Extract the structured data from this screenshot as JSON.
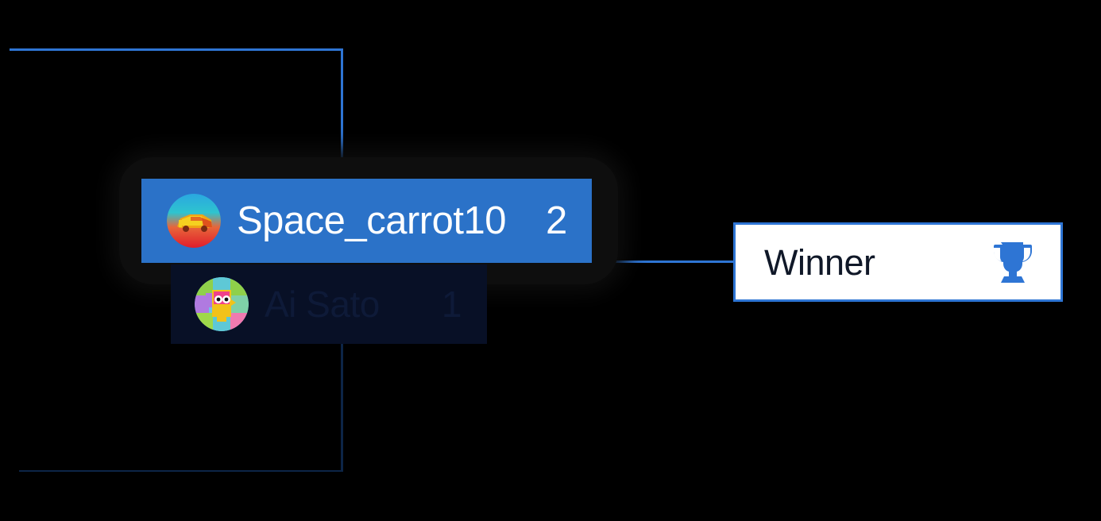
{
  "colors": {
    "background": "#000000",
    "accent_blue": "#2E75D4",
    "row_highlight": "#2B72C8",
    "row_dim": "#081026",
    "callout_background": "#FFFFFF",
    "callout_text": "#101828",
    "connector_dim": "#0d2547"
  },
  "leaderboard": {
    "rows": [
      {
        "name": "Space_carrot10",
        "score": "2",
        "state": "highlighted",
        "avatar": "car-avatar-icon"
      },
      {
        "name": "Ai Sato",
        "score": "1",
        "state": "dimmed",
        "avatar": "puzzle-monster-avatar-icon"
      }
    ]
  },
  "callout": {
    "label": "Winner",
    "icon": "trophy-icon"
  }
}
